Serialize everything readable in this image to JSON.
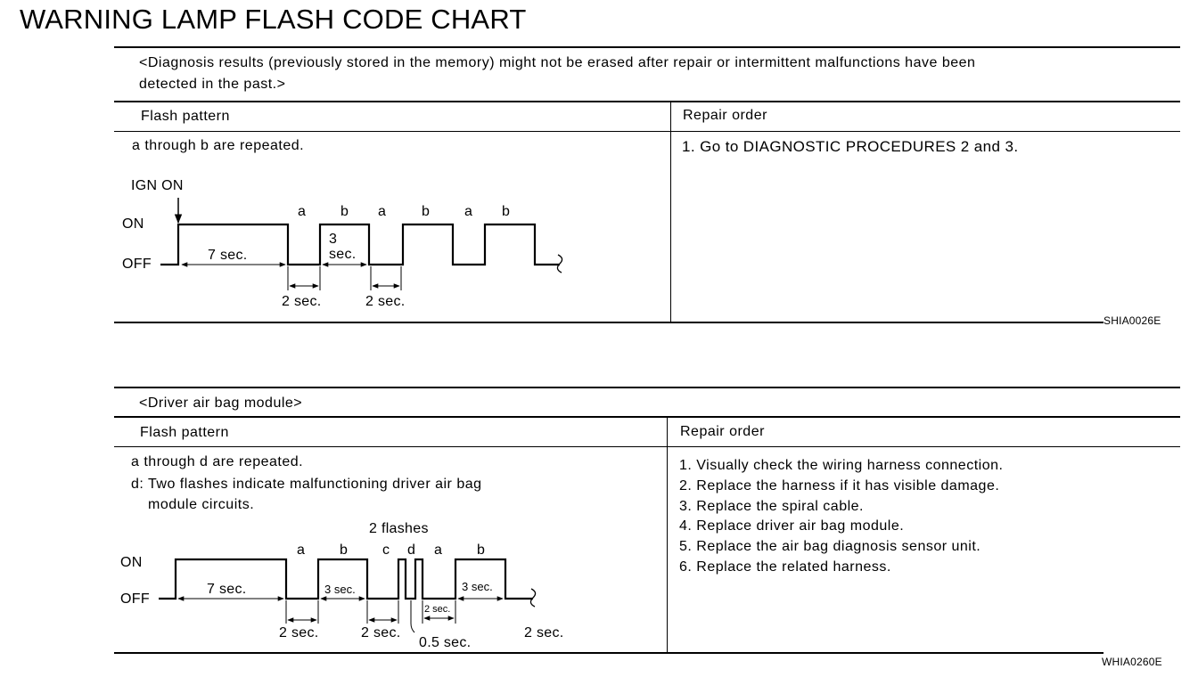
{
  "title": "WARNING LAMP FLASH CODE CHART",
  "section1": {
    "note_line1": "<Diagnosis results (previously stored in the memory) might not be erased after repair or intermittent malfunctions have been",
    "note_line2": "detected in the past.>",
    "col_flash": "Flash pattern",
    "col_repair": "Repair order",
    "pattern_text": "a through b are repeated.",
    "repair_text": "1. Go to DIAGNOSTIC PROCEDURES 2 and 3.",
    "diagram": {
      "ign_on": "IGN ON",
      "on": "ON",
      "off": "OFF",
      "a": "a",
      "b": "b",
      "seven_sec": "7 sec.",
      "three": "3",
      "three_sec": "sec.",
      "two_sec": "2 sec."
    },
    "figure_code": "SHIA0026E"
  },
  "section2": {
    "header": "<Driver air bag module>",
    "col_flash": "Flash pattern",
    "col_repair": "Repair order",
    "pattern_text_1": "a through d are repeated.",
    "pattern_text_2": "d: Two flashes indicate malfunctioning driver air bag",
    "pattern_text_3": "module circuits.",
    "repair_items": [
      "1. Visually check the wiring harness connection.",
      "2. Replace the harness if it has visible damage.",
      "3. Replace the spiral cable.",
      "4. Replace driver air bag module.",
      "5. Replace the air bag diagnosis sensor unit.",
      "6. Replace the related harness."
    ],
    "diagram": {
      "two_flashes": "2 flashes",
      "on": "ON",
      "off": "OFF",
      "a": "a",
      "b": "b",
      "c": "c",
      "d": "d",
      "seven_sec": "7 sec.",
      "three_sec": "3 sec.",
      "two_sec": "2 sec.",
      "half_sec": "0.5 sec."
    },
    "figure_code": "WHIA0260E"
  }
}
